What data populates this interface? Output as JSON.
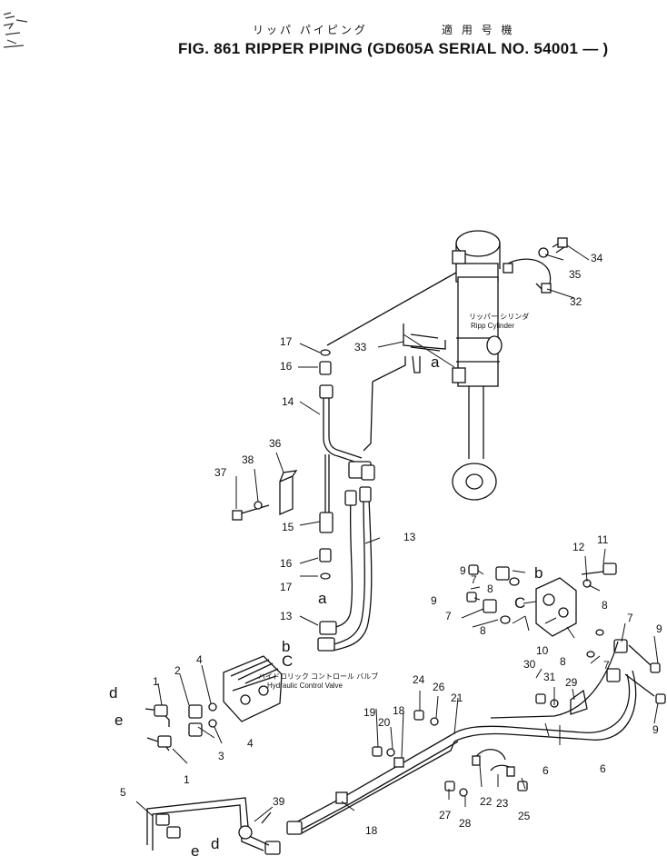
{
  "header": {
    "japanese_title": "リッパ パイピング",
    "japanese_serial": "適 用 号 機",
    "title": "FIG. 861  RIPPER PIPING (GD605A SERIAL NO. 54001 — )"
  },
  "notes": {
    "ripp_cylinder_jp": "リッパー シリンダ",
    "ripp_cylinder": "Ripp Cylinder",
    "control_valve_jp": "ハイドロリック コントロール バルブ",
    "control_valve": "Hydraulic Control Valve"
  },
  "callouts": {
    "c1a": "1",
    "c1b": "1",
    "c2": "2",
    "c3": "3",
    "c4a": "4",
    "c4b": "4",
    "c5": "5",
    "c6a": "6",
    "c6b": "6",
    "c7a": "7",
    "c7b": "7",
    "c7c": "7",
    "c7d": "7",
    "c8a": "8",
    "c8b": "8",
    "c8c": "8",
    "c8d": "8",
    "c9a": "9",
    "c9b": "9",
    "c9c": "9",
    "c9d": "9",
    "c10": "10",
    "c11": "11",
    "c12": "12",
    "c13a": "13",
    "c13b": "13",
    "c14": "14",
    "c15": "15",
    "c16a": "16",
    "c16b": "16",
    "c17a": "17",
    "c17b": "17",
    "c18a": "18",
    "c18b": "18",
    "c19": "19",
    "c20": "20",
    "c21": "21",
    "c22": "22",
    "c23": "23",
    "c24": "24",
    "c25": "25",
    "c26": "26",
    "c27": "27",
    "c28": "28",
    "c29": "29",
    "c30": "30",
    "c31": "31",
    "c32": "32",
    "c33": "33",
    "c34": "34",
    "c35": "35",
    "c36": "36",
    "c37": "37",
    "c38": "38",
    "c39": "39"
  },
  "connectors": {
    "a1": "a",
    "a2": "a",
    "b1": "b",
    "b2": "b",
    "c1": "C",
    "c2": "C",
    "d1": "d",
    "d2": "d",
    "e1": "e",
    "e2": "e"
  }
}
